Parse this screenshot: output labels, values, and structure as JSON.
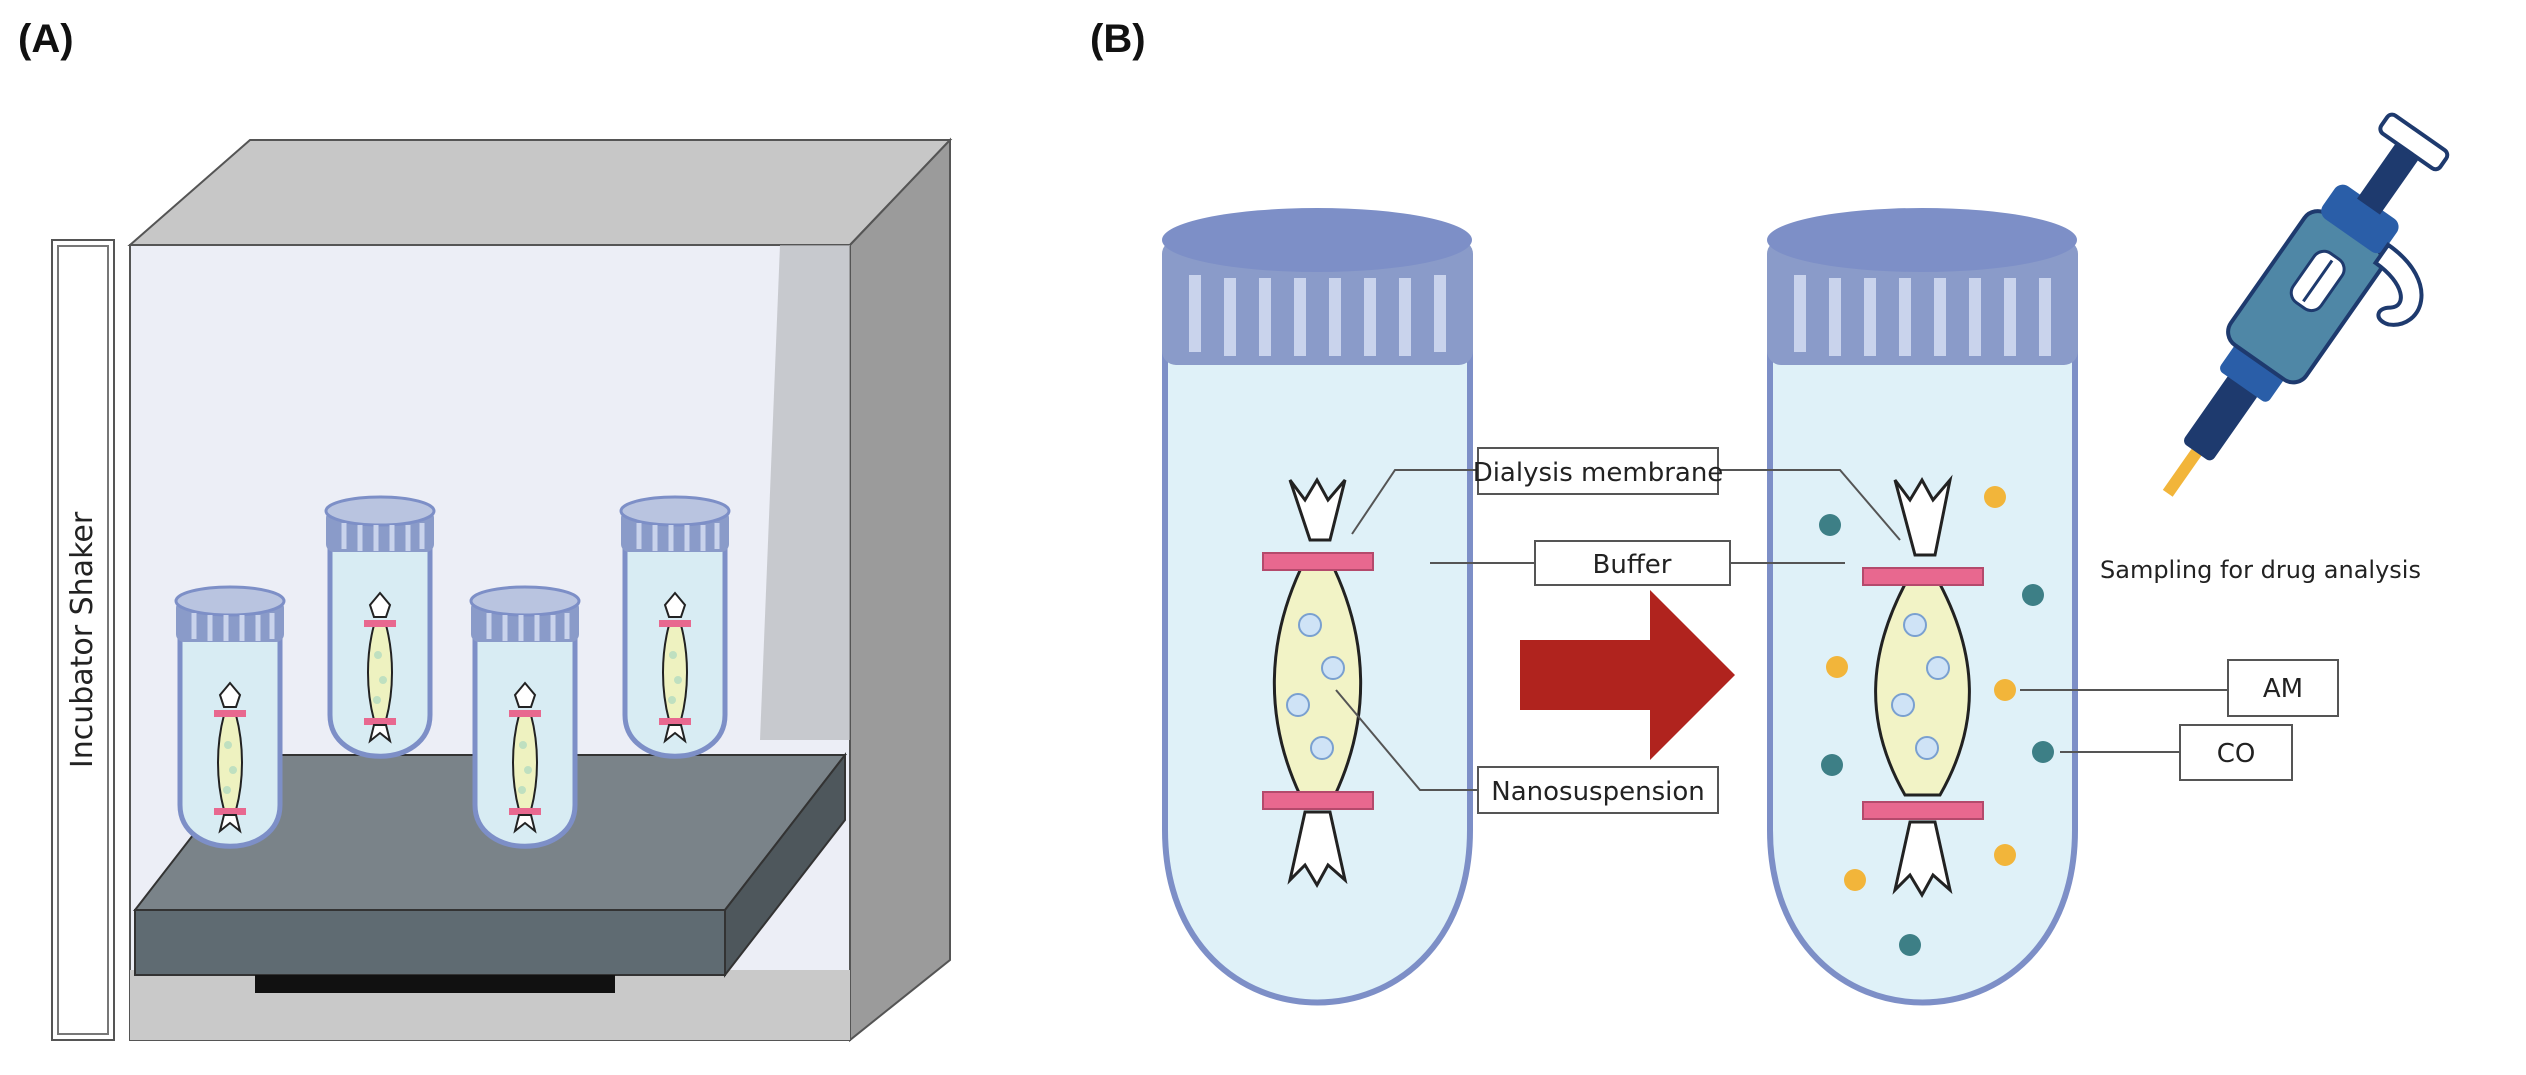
{
  "panel_a": {
    "label": "(A)",
    "shaker_label": "Incubator Shaker"
  },
  "panel_b": {
    "label": "(B)",
    "callouts": {
      "dialysis_membrane": "Dialysis membrane",
      "buffer": "Buffer",
      "nanosuspension": "Nanosuspension",
      "am": "AM",
      "co": "CO"
    },
    "sampling_text": "Sampling for drug analysis"
  },
  "colors": {
    "tube_outline": "#7d8fc7",
    "tube_cap": "#8a9bc9",
    "liquid": "#dff1f8",
    "membrane_band": "#e8688f",
    "suspension": "#f2f3c6",
    "arrow": "#b0231e",
    "am_particle": "#f2b53a",
    "co_particle": "#3d7f86",
    "platform": "#5f6b72",
    "cabinet_side": "#9b9b9b",
    "pipette_body": "#4f87a6",
    "pipette_dark": "#1e3a6e",
    "pipette_tip": "#f2b53a"
  }
}
